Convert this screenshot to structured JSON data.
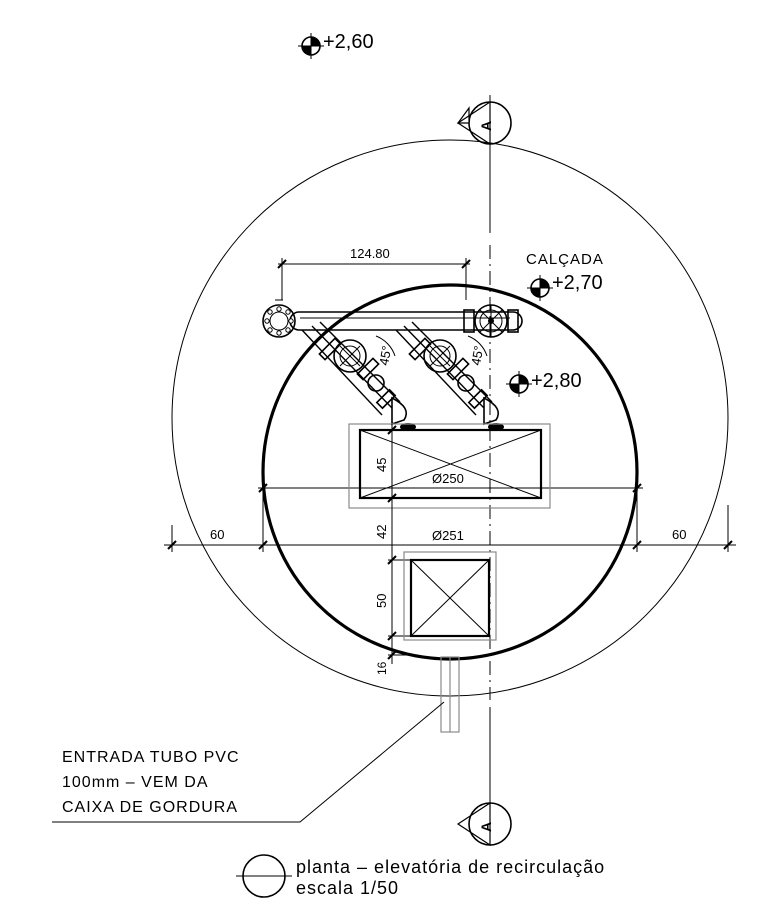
{
  "levels": {
    "top": "+2,60",
    "calcada_level": "+2,70",
    "inner": "+2,80"
  },
  "labels": {
    "calcada": "CALÇADA",
    "section_mark": "A",
    "pipe_note": [
      "ENTRADA TUBO PVC",
      "100mm – VEM DA",
      "CAIXA DE GORDURA"
    ],
    "title": "planta – elevatória de recirculação",
    "scale": "escala 1/50"
  },
  "dimensions": {
    "pipe_span": "124.80",
    "left_offset": "60",
    "right_offset": "60",
    "diameter_upper": "Ø250",
    "diameter_lower": "Ø251",
    "upper_box": "45",
    "gap": "42",
    "lower_box": "50",
    "bottom_gap": "16",
    "angle_left": "45°",
    "angle_right": "45°"
  },
  "colors": {
    "line": "#000000",
    "hidden_edge": "#8a8a8a"
  }
}
